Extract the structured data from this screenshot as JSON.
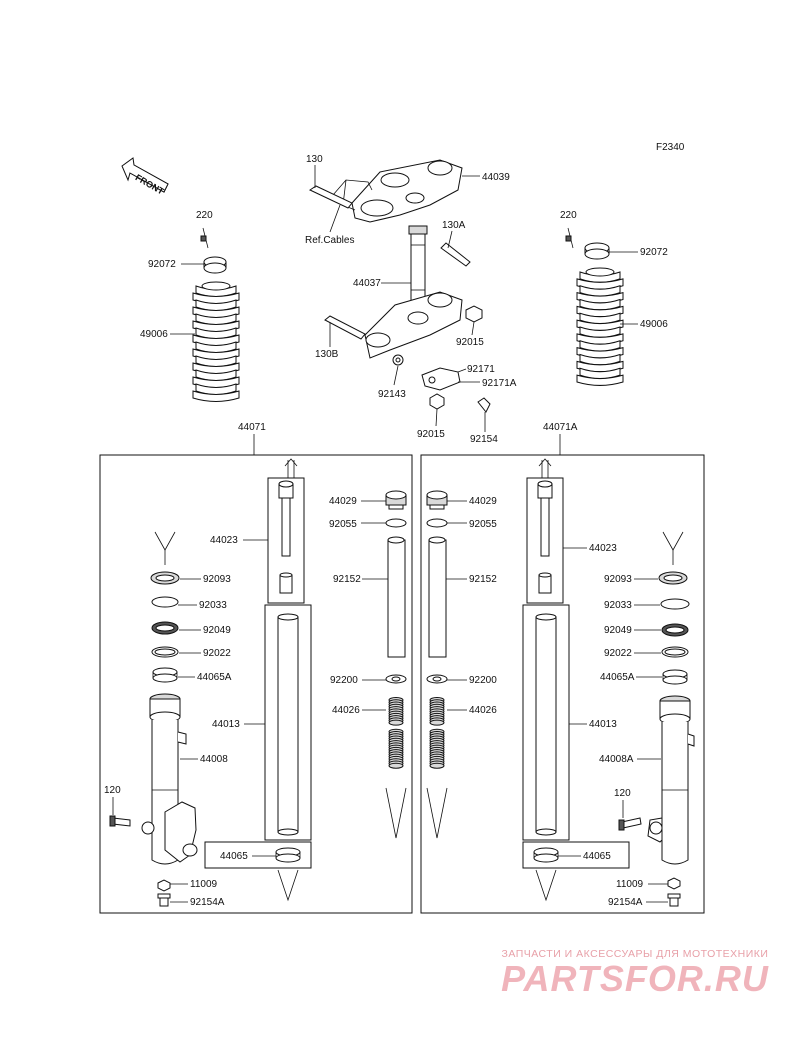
{
  "diagram_code": "F2340",
  "front_label": "FRONT",
  "ref_cables": "Ref.Cables",
  "parts": {
    "p130": "130",
    "p44039": "44039",
    "p130A": "130A",
    "p44037": "44037",
    "p130B": "130B",
    "p92015_top": "92015",
    "p92171": "92171",
    "p92171A": "92171A",
    "p92143": "92143",
    "p92015_bot": "92015",
    "p92154": "92154",
    "p220_l": "220",
    "p92072_l": "92072",
    "p49006_l": "49006",
    "p220_r": "220",
    "p92072_r": "92072",
    "p49006_r": "49006",
    "p44071": "44071",
    "p44071A": "44071A",
    "l44023": "44023",
    "l92093": "92093",
    "l92033": "92033",
    "l92049": "92049",
    "l92022": "92022",
    "l44065A": "44065A",
    "l44013": "44013",
    "l44008": "44008",
    "l120": "120",
    "l44065": "44065",
    "l11009": "11009",
    "l92154A": "92154A",
    "l44029": "44029",
    "l92055": "92055",
    "l92152": "92152",
    "l92200": "92200",
    "l44026": "44026",
    "r44029": "44029",
    "r92055": "92055",
    "r92152": "92152",
    "r92200": "92200",
    "r44026": "44026",
    "r44023": "44023",
    "r92093": "92093",
    "r92033": "92033",
    "r92049": "92049",
    "r92022": "92022",
    "r44065A": "44065A",
    "r44013": "44013",
    "r44008A": "44008A",
    "r120": "120",
    "r44065": "44065",
    "r11009": "11009",
    "r92154A": "92154A"
  },
  "watermark": {
    "tagline": "ЗАПЧАСТИ И АКСЕССУАРЫ ДЛЯ МОТОТЕХНИКИ",
    "logo": "PARTSFOR.RU"
  }
}
